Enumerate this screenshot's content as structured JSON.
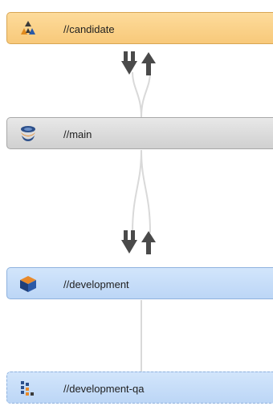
{
  "streams": [
    {
      "label": "//candidate",
      "icon": "release-stream-icon"
    },
    {
      "label": "//main",
      "icon": "mainline-stream-icon"
    },
    {
      "label": "//development",
      "icon": "development-stream-icon"
    },
    {
      "label": "//development-qa",
      "icon": "virtual-stream-icon"
    }
  ],
  "flow_indicators": [
    {
      "between": [
        "//candidate",
        "//main"
      ],
      "icons": [
        "merge-down-arrow-icon",
        "copy-up-arrow-icon"
      ]
    },
    {
      "between": [
        "//main",
        "//development"
      ],
      "icons": [
        "merge-down-arrow-icon",
        "copy-up-arrow-icon"
      ]
    }
  ],
  "colors": {
    "release": "#f8c97a",
    "mainline": "#d6d6d6",
    "development": "#c4dbf7",
    "connector": "#d9d9d9",
    "arrow": "#4a4a4a"
  }
}
